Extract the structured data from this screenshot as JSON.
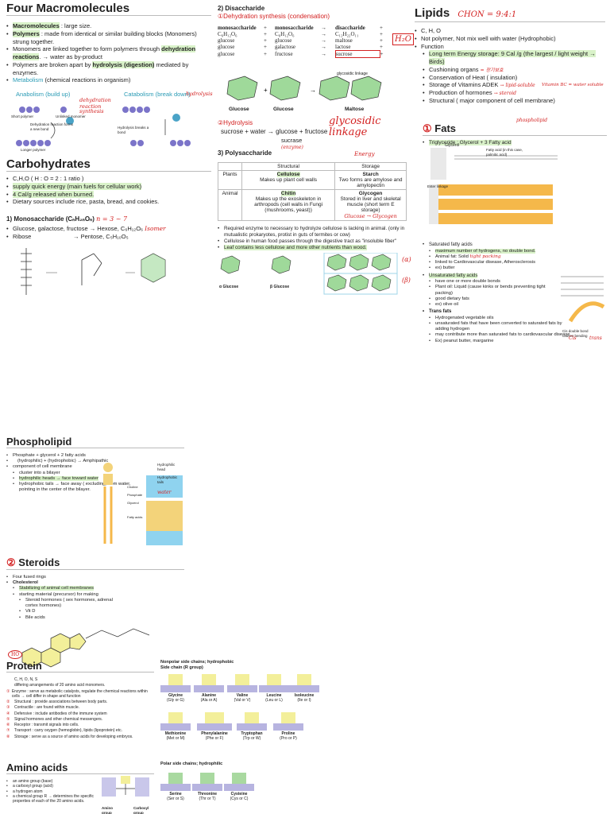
{
  "macro": {
    "title": "Four Macromolecules",
    "bullets": [
      {
        "hl": "Macromolecules",
        "rest": " : large size."
      },
      {
        "hl": "Polymers",
        "rest": " : made from identical or similar building blocks (Monomers) strung together."
      },
      {
        "pre": "Monomers are linked together to form polymers through ",
        "hl": "dehydration reactions",
        "rest": ". → water as by-product"
      },
      {
        "pre": "Polymers are broken apart by ",
        "hl": "hydrolysis (digestion)",
        "rest": " mediated by enzymes."
      },
      {
        "blue": "Metabolism",
        "rest": " (chemical reactions in organism)"
      }
    ],
    "anabolism": "Anabolism (build up)",
    "catabolism": "Catabolism (break down)",
    "note_dehyd": "dehydration reaction",
    "note_hydro": "hydrolysis",
    "note_synth": "synthesis",
    "fig_short": "Short polymer",
    "fig_unlinked": "Unlinked monomer",
    "fig_dehyd": "Dehydration reaction forms a new bond",
    "fig_longer": "Longer polymer",
    "fig_hydro": "Hydrolysis breaks a bond"
  },
  "carbs": {
    "title": "Carbohydrates",
    "bullets": [
      "C,H,O  ( H : O = 2 : 1 ratio )",
      "supply quick energy (main fuels for cellular work)",
      "4 Cal/g released when burned.",
      "Dietary sources include rice, pasta, bread, and cookies."
    ],
    "mono_title": "1) Monosaccharide (CₙH₂ₙOₙ)",
    "mono_note": "n = 3 ~ 7",
    "mono_l1": "Glucose, galactose, fructose → Hexose, C₆H₁₂O₆",
    "mono_isomer": "Isomer",
    "mono_l2a": "Ribose",
    "mono_l2b": "→ Pentose, C₅H₁₀O₅"
  },
  "di": {
    "title": "2) Disaccharide",
    "sub": "①Dehydration synthesis (condensation)",
    "rows": [
      [
        "monosaccharide",
        "+",
        "monosaccharide",
        "→",
        "disaccharide",
        "+"
      ],
      [
        "C₆H₁₂O₆",
        "+",
        "C₆H₁₂O₆",
        "→",
        "C₁₂H₂₂O₁₁",
        "+"
      ],
      [
        "glucose",
        "+",
        "glucose",
        "→",
        "maltose",
        "+"
      ],
      [
        "glucose",
        "+",
        "galactose",
        "→",
        "lactose",
        "+"
      ],
      [
        "glucose",
        "+",
        "fructose",
        "→",
        "sucrose",
        "+"
      ]
    ],
    "h2o": "H₂O",
    "labels": [
      "Glucose",
      "Glucose",
      "Maltose"
    ],
    "glyco_label": "glycosidic linkage",
    "hydro": "②Hydrolysis",
    "hydro_eq": "sucrose + water → glucose + fructose",
    "sucrase": "sucrase",
    "enzyme": "(enzyme)",
    "glyco_note": "glycosidic linkage"
  },
  "poly": {
    "title": "3) Polysaccharide",
    "energy": "Energy",
    "head": [
      "",
      "Structural",
      "Storage"
    ],
    "plants": {
      "k": "Plants",
      "a1": "Cellulose",
      "a2": "Makes up plant cell walls",
      "b1": "Starch",
      "b2": "Two forms are amylose and amylopectin"
    },
    "animal": {
      "k": "Animal",
      "a1": "Chitin",
      "a2": "Makes up the exoskeleton in arthropods (cell walls in Fungi (mushrooms, yeast))",
      "b1": "Glycogen",
      "b2": "Stored in liver and skeletal muscle (short term E storage)",
      "b3": "Glucose → Glycogen"
    },
    "bullets": [
      "Required enzyme to necessary to hydrolyze cellulose is lacking in animal. (only in mutualistic prokaryotes, protist in guts of termites or cow)",
      "Cellulose in human food passes through the digestive tract as \"insoluble fiber\"",
      "Leaf contains less cellulose and more other nutrients than wood."
    ],
    "alpha": "α Glucose",
    "beta": "β Glucose",
    "ab": "(α)",
    "bb": "(β)"
  },
  "lipids": {
    "title": "Lipids",
    "chon": "CHON = 9:4:1",
    "bullets": [
      "C, H, O",
      "Not polymer, Not mix well with water (Hydrophobic)",
      "Function"
    ],
    "func": [
      "Long term Energy storage: 9 Cal /g (the largest / light weight → Birds)",
      "Cushioning organs",
      "Conservation of Heat ( insulation)",
      "Storage of Vitamins ADEK",
      "Production of hormones",
      "Structural ( major component of cell membrane)"
    ],
    "n_organs": "= 장기보호",
    "n_vit": "→ lipid-soluble",
    "n_horm": "→ steroid",
    "n_vit2": "Vitamin BC = water soluble",
    "n_struct": "phospholipid"
  },
  "fats": {
    "title": "Fats",
    "num": "①",
    "trig": "Triglyceride : Glycerol + 3 Fatty acid",
    "glycerol": "Glycerol",
    "fatty": "Fatty acid (in this case, palmitic acid)",
    "ester": "Ester linkage",
    "sat": "Saturated fatty acids",
    "sat_items": [
      "maximum number of hydrogens, no double bond.",
      "Animal fat: Solid",
      "linked to Cardiovascular disease, Atherosclerosis",
      "ex) butter"
    ],
    "packing": "tight packing",
    "unsat": "Unsaturated fatty acids",
    "unsat_items": [
      "have one or more double bonds",
      "Plant oil: Liquid (cause kinks or bends preventing tight packing)",
      "good dietary fats",
      "ex) olive oil"
    ],
    "cis": "Cis double bond causes bending",
    "trans": "Trans fats",
    "trans_items": [
      "Hydrogenated vegetable oils",
      "unsaturated fats that have been converted to saturated fats by adding hydrogen",
      "may contribute more than saturated fats to cardiovascular disease",
      "Ex) peanut butter, margarine"
    ],
    "cis_lbl": "Cis",
    "trans_lbl": "trans"
  },
  "phos": {
    "title": "Phospholipid",
    "bullets": [
      "Phosphate + glycerol + 2 fatty acids",
      "(hydrophilic)  +  (hydrophobic)  → Amphipathic",
      "component of cell membrane"
    ],
    "sub": [
      "cluster into a bilayer",
      "hydrophilic heads → face toward water",
      "hydrophobic tails → face away ( excluding) from water, pointing in the center of the bilayer."
    ],
    "head": "Hydrophilic head",
    "tails": "Hydrophobic tails",
    "water": "water",
    "choline": "Choline",
    "phosphate": "Phosphate",
    "glyc": "Glycerol",
    "fatty": "Fatty acids"
  },
  "steroids": {
    "title": "Steroids",
    "num": "②",
    "bullets": [
      "Four fused rings",
      "Cholesterol"
    ],
    "sub": [
      "Stabilizing of animal cell membranes",
      "starting material (precursor) for making"
    ],
    "subsub": [
      "Steroid hormones ( sex hormones, adrenal cortex hormones)",
      "Vit D",
      "Bile acids"
    ],
    "ho": "HO"
  },
  "protein": {
    "title": "Protein",
    "items": [
      {
        "n": "",
        "t": "C, H, O, N, S"
      },
      {
        "n": "",
        "t": "differing arrangements of 20 amino acid monomers."
      },
      {
        "n": "①",
        "t": "Enzyme : serve as metabolic catalysts, regulate the chemical reactions within cells → cell differ in shape and function"
      },
      {
        "n": "②",
        "t": "Structural : provide associations between body parts."
      },
      {
        "n": "③",
        "t": "Contractile : are found within muscle."
      },
      {
        "n": "④",
        "t": "Defensive : include antibodies of the immune system"
      },
      {
        "n": "⑤",
        "t": "Signal hormones and other chemical messengers."
      },
      {
        "n": "⑥",
        "t": "Receptor : transmit signals into cells."
      },
      {
        "n": "⑦",
        "t": "Transport : carry oxygen (hemoglobin), lipids (lipoprotein) etc."
      },
      {
        "n": "⑧",
        "t": "Storage : serve as a source of amino acids for developing embryos."
      }
    ]
  },
  "nonpolar": {
    "title": "Nonpolar side chains; hydrophobic",
    "sub": "Side chain (R group)",
    "aa": [
      {
        "name": "Glycine",
        "abbr": "(Gly or G)"
      },
      {
        "name": "Alanine",
        "abbr": "(Ala or A)"
      },
      {
        "name": "Valine",
        "abbr": "(Val or V)"
      },
      {
        "name": "Leucine",
        "abbr": "(Leu or L)"
      },
      {
        "name": "Isoleucine",
        "abbr": "(Ile or I)"
      },
      {
        "name": "Methionine",
        "abbr": "(Met or M)"
      },
      {
        "name": "Phenylalanine",
        "abbr": "(Phe or F)"
      },
      {
        "name": "Tryptophan",
        "abbr": "(Trp or W)"
      },
      {
        "name": "Proline",
        "abbr": "(Pro or P)"
      }
    ]
  },
  "amino": {
    "title": "Amino acids",
    "items": [
      "an amino group (base)",
      "a carboxyl group (acid)",
      "a hydrogen atom",
      "a chemical group R → determines the specific properties of each of the 20 amino acids."
    ],
    "lbl_amino": "Amino group",
    "lbl_carb": "Carboxyl group"
  },
  "polar": {
    "title": "Polar side chains; hydrophilic",
    "aa": [
      {
        "name": "Serine",
        "abbr": "(Ser or S)"
      },
      {
        "name": "Threonine",
        "abbr": "(Thr or T)"
      },
      {
        "name": "Cysteine",
        "abbr": "(Cys or C)"
      }
    ]
  }
}
